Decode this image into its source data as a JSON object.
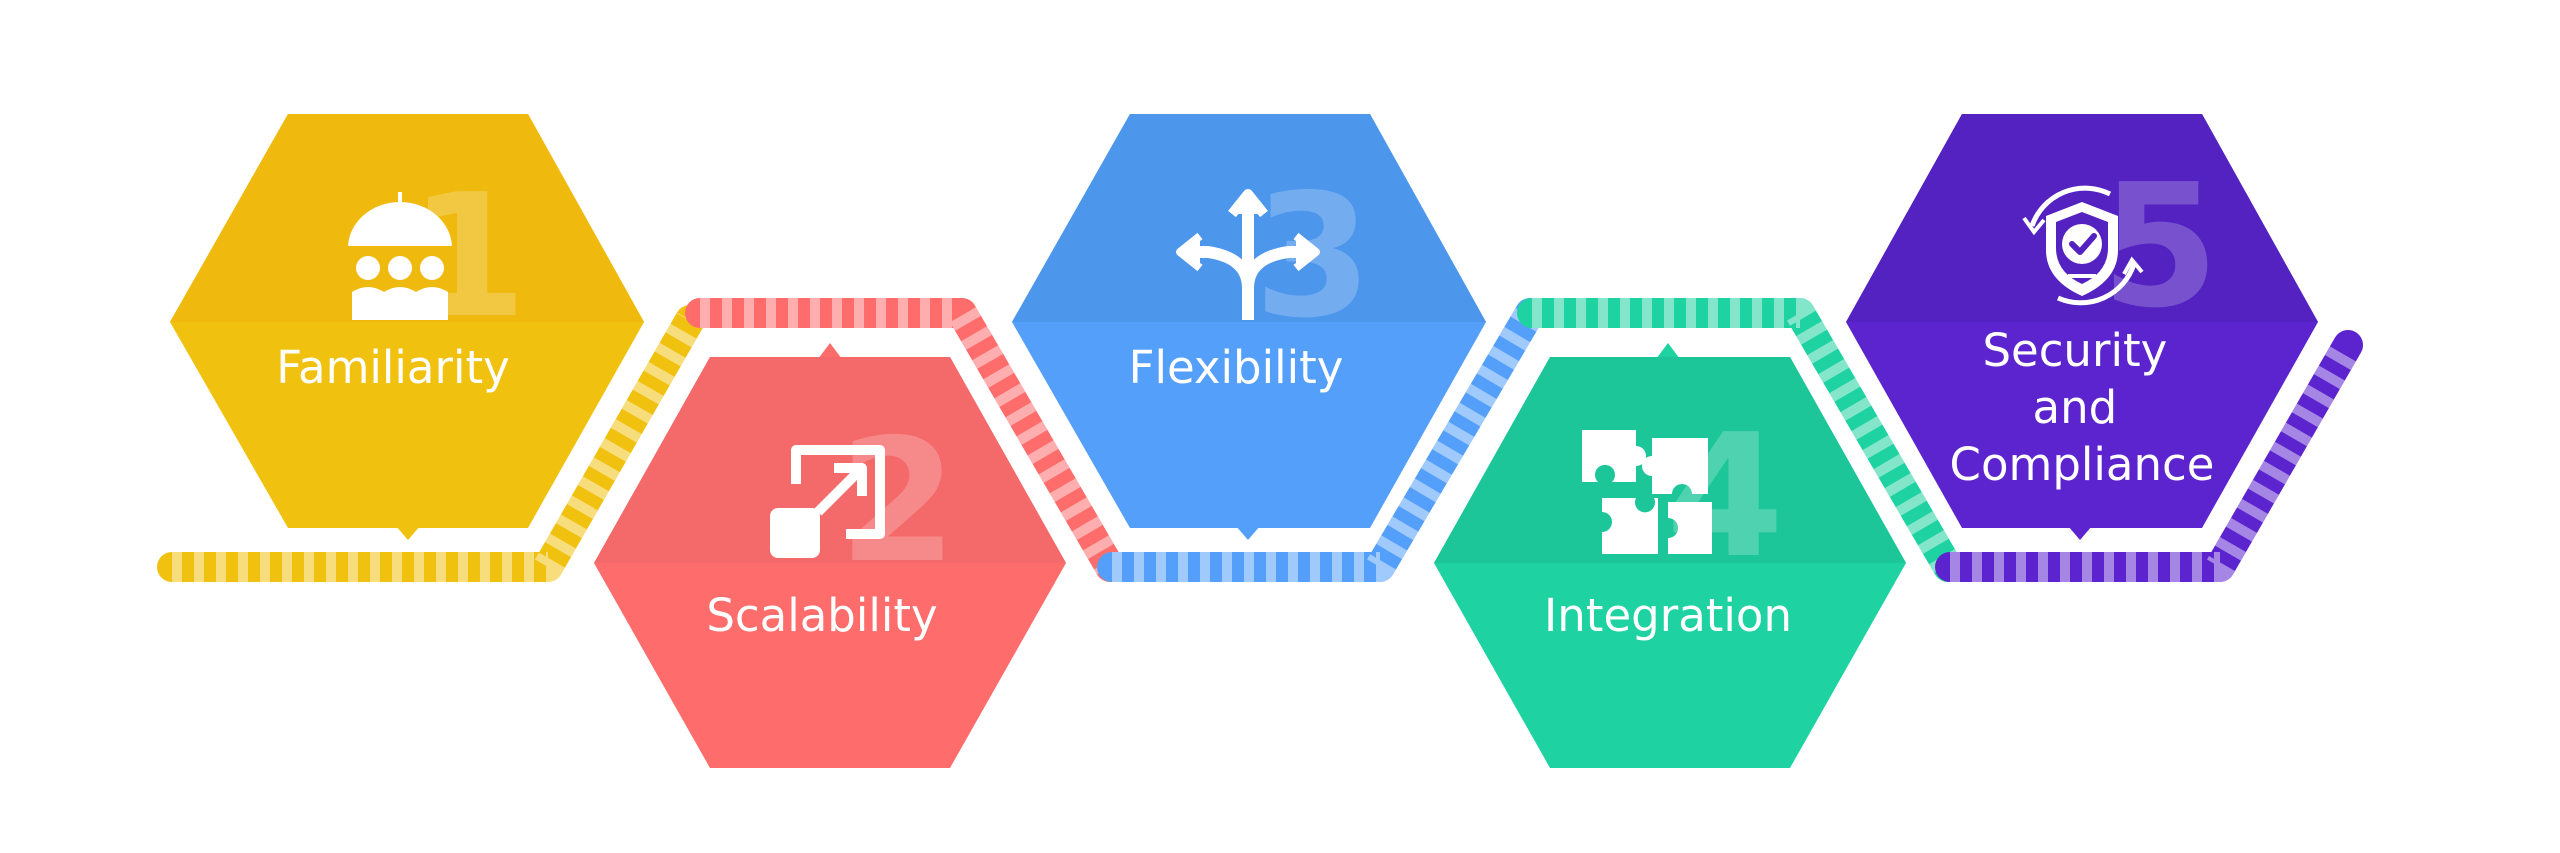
{
  "steps": [
    {
      "number": "1",
      "title": "Familiarity",
      "color": "#f1c10f",
      "top_color": "#efb90e",
      "icon": "umbrella-people-icon"
    },
    {
      "number": "2",
      "title": "Scalability",
      "color": "#fe6c6c",
      "top_color": "#f46a6a",
      "icon": "resize-expand-icon"
    },
    {
      "number": "3",
      "title": "Flexibility",
      "color": "#549ff9",
      "top_color": "#4c96ec",
      "icon": "split-arrows-icon"
    },
    {
      "number": "4",
      "title": "Integration",
      "color": "#1ed2a1",
      "top_color": "#1dc699",
      "icon": "puzzle-pieces-icon"
    },
    {
      "number": "5",
      "title": "Security and Compliance",
      "title_lines": [
        "Security",
        "and",
        "Compliance"
      ],
      "color": "#5c24ce",
      "top_color": "#5322c0",
      "icon": "shield-check-icon"
    }
  ]
}
